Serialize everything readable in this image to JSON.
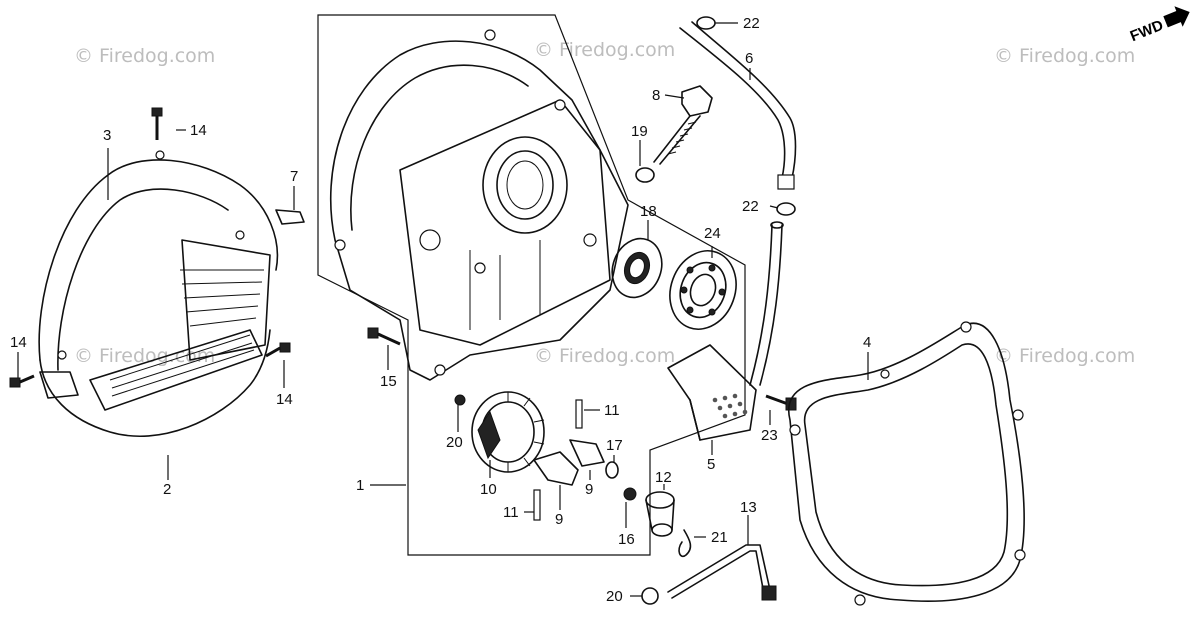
{
  "watermarks": [
    "© Firedog.com",
    "© Firedog.com",
    "© Firedog.com",
    "© Firedog.com",
    "© Firedog.com",
    "© Firedog.com"
  ],
  "direction_label": "FWD",
  "callouts": {
    "c1": "1",
    "c2": "2",
    "c3": "3",
    "c4": "4",
    "c5": "5",
    "c6": "6",
    "c7": "7",
    "c8": "8",
    "c9a": "9",
    "c9b": "9",
    "c10": "10",
    "c11a": "11",
    "c11b": "11",
    "c12": "12",
    "c13": "13",
    "c14a": "14",
    "c14b": "14",
    "c14c": "14",
    "c15": "15",
    "c16": "16",
    "c17": "17",
    "c18": "18",
    "c19": "19",
    "c20a": "20",
    "c20b": "20",
    "c21": "21",
    "c22a": "22",
    "c22b": "22",
    "c23": "23",
    "c24": "24"
  }
}
